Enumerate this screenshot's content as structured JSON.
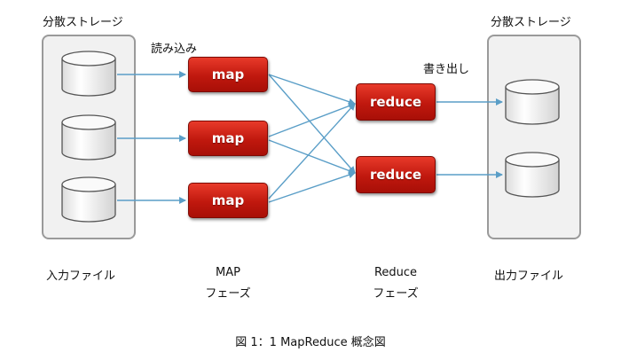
{
  "left_storage": {
    "title": "分散ストレージ",
    "caption": "入力ファイル"
  },
  "right_storage": {
    "title": "分散ストレージ",
    "caption": "出力ファイル"
  },
  "labels": {
    "read": "読み込み",
    "write": "書き出し"
  },
  "map_nodes": [
    "map",
    "map",
    "map"
  ],
  "reduce_nodes": [
    "reduce",
    "reduce"
  ],
  "phases": {
    "map": {
      "line1": "MAP",
      "line2": "フェーズ"
    },
    "reduce": {
      "line1": "Reduce",
      "line2": "フェーズ"
    }
  },
  "figure_caption": "図 1：1 MapReduce 概念図",
  "colors": {
    "node": "#c9190f",
    "arrow": "#5a9ec7",
    "storage_border": "#9a9a9a"
  }
}
